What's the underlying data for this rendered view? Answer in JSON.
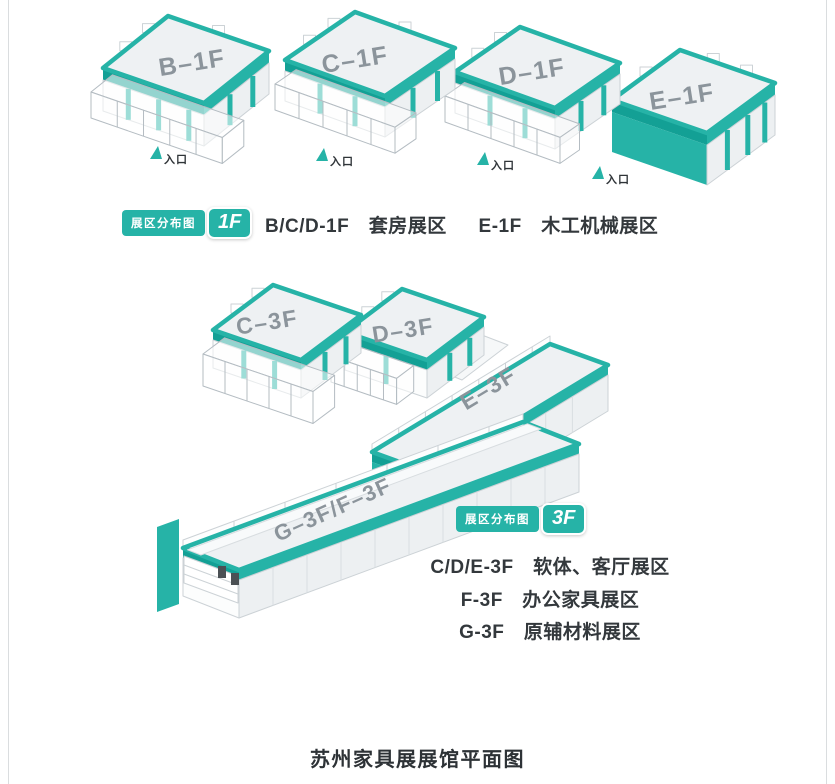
{
  "colors": {
    "teal": "#26b3a7",
    "teal_dark": "#13a095",
    "wire": "#b4bcc2",
    "edge": "#ccd2d6",
    "top": "#eef1f3",
    "wall": "#fcfdfd",
    "wall_shade": "#edf0f2",
    "door": "#4b5054",
    "text_dark": "#33383c",
    "hall_label": "#8b949b"
  },
  "floor1": {
    "halls": [
      {
        "label": "B–1F"
      },
      {
        "label": "C–1F"
      },
      {
        "label": "D–1F"
      },
      {
        "label": "E–1F"
      }
    ],
    "entrances": [
      "入口",
      "入口",
      "入口",
      "入口"
    ],
    "legend": {
      "label": "展区分布图",
      "floor": "1F"
    },
    "zones": [
      "B/C/D-1F　套房展区",
      "E-1F　木工机械展区"
    ]
  },
  "floor3": {
    "halls": [
      {
        "label": "C–3F"
      },
      {
        "label": "D–3F"
      },
      {
        "label": "E–3F"
      },
      {
        "label": "G–3F/F–3F"
      }
    ],
    "legend": {
      "label": "展区分布图",
      "floor": "3F"
    },
    "zones": [
      "C/D/E-3F　软体、客厅展区",
      "F-3F　办公家具展区",
      "G-3F　原辅材料展区"
    ]
  },
  "caption": "苏州家具展展馆平面图"
}
